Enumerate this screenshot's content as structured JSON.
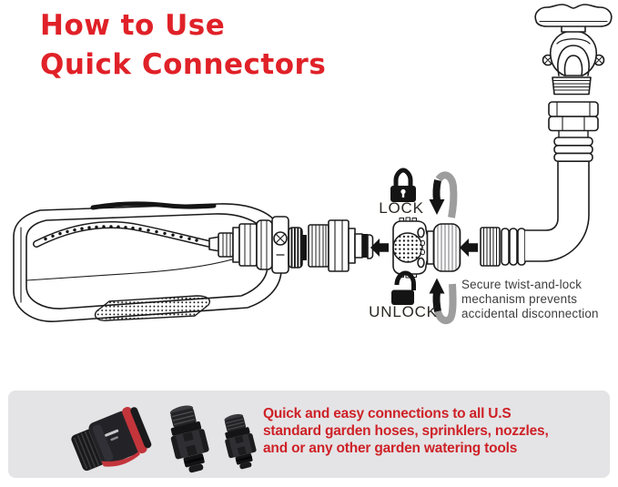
{
  "title": {
    "lines": [
      "How to Use",
      "Quick Connectors"
    ]
  },
  "diagram": {
    "lock_label": "LOCK",
    "unlock_label": "UNLOCK",
    "note_lines": [
      "Secure twist-and-lock",
      "mechanism prevents",
      "accidental disconnection"
    ],
    "icon_names": [
      "lock-icon",
      "unlock-icon",
      "rotate-clockwise-arrow-icon",
      "rotate-counterclockwise-arrow-icon",
      "flow-left-arrow-icon"
    ],
    "part_names": [
      "oscillating-sprinkler",
      "male-quick-adapter",
      "female-quick-connector",
      "hose-elbow",
      "outdoor-faucet"
    ]
  },
  "footer": {
    "lines": [
      "Quick and easy connections to all U.S",
      "standard garden hoses, sprinklers, nozzles,",
      "and or any other garden watering tools"
    ],
    "photo_name": "three-quick-connectors-photo"
  },
  "colors": {
    "accent_red": "#E02128",
    "footer_red": "#CE2127",
    "note_text": "#3C3C3C",
    "line_art": "#1C1C1C",
    "arrow_gray": "#9D9D9D",
    "panel_bg": "#E4E4E6",
    "photo_red": "#C2353B",
    "photo_black": "#1C1C1F"
  }
}
